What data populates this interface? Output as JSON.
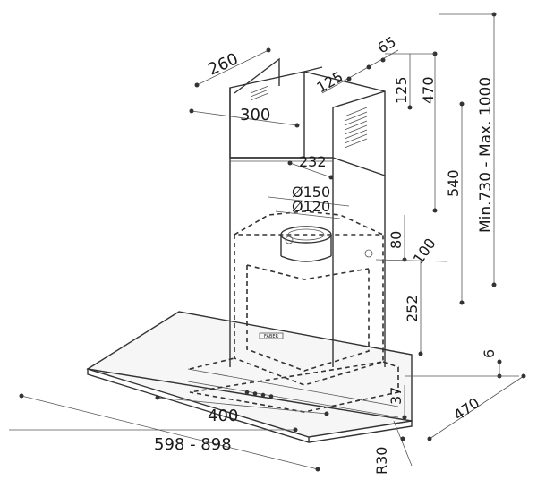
{
  "dimensions": {
    "chimney_depth": "260",
    "chimney_width": "300",
    "duct_offset": "125",
    "duct_offset_side": "65",
    "duct_height": "125",
    "upper_height": "470",
    "height_540": "540",
    "total_height": "Min.730 - Max. 1000",
    "outlet_offset": "232",
    "outlet_diameter_outer": "Ø150",
    "outlet_diameter_inner": "Ø120",
    "outlet_height": "80",
    "motor_offset": "100",
    "body_height": "252",
    "glass_thickness": "6",
    "glass_depth": "470",
    "front_height": "37",
    "body_width": "400",
    "hood_width": "598 - 898",
    "corner_radius": "R30"
  },
  "brand": "FABER"
}
